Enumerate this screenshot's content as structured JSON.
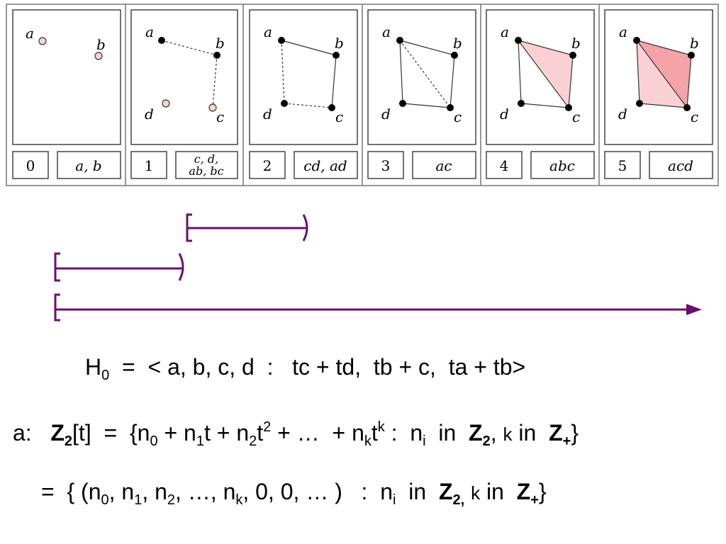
{
  "filtration": {
    "panels": [
      {
        "stage": "0",
        "simplices": "a, b"
      },
      {
        "stage": "1",
        "simplices_line1": "c, d,",
        "simplices_line2": "ab, bc"
      },
      {
        "stage": "2",
        "simplices": "cd, ad"
      },
      {
        "stage": "3",
        "simplices": "ac"
      },
      {
        "stage": "4",
        "simplices": "abc"
      },
      {
        "stage": "5",
        "simplices": "acd"
      }
    ],
    "vertex_labels": {
      "a": "a",
      "b": "b",
      "c": "c",
      "d": "d"
    },
    "colors": {
      "vertex_new": "#f9d3d3",
      "triangle_light": "#fbd0d4",
      "triangle_dark": "#f5a3a8",
      "barcode": "#6b0f6f"
    }
  },
  "barcode": {
    "bars": [
      {
        "start": 1,
        "end": 2,
        "start_bracket": "[",
        "end_bracket": ")"
      },
      {
        "start": 0,
        "end": 1,
        "start_bracket": "[",
        "end_bracket": ")"
      },
      {
        "start": 0,
        "end": null,
        "start_bracket": "[",
        "arrow": true
      }
    ]
  },
  "formulas": {
    "h0": {
      "lhs": "H",
      "lhs_sub": "0",
      "rhs": "=  < a, b, c, d  :   tc + td,  tb + c,  ta + tb>"
    },
    "z2t": {
      "prefix": "a:",
      "ring": "Z",
      "ring_sub": "2",
      "ring_var": "[t]",
      "eq": "=  {n",
      "t0_sub": "0",
      "p1": " + n",
      "t1_sub": "1",
      "p2": "t + n",
      "t2_sub": "2",
      "p3": "t",
      "t2_sup": "2",
      "p4": " + …  + n",
      "tk_sub": "k",
      "p5": "t",
      "tk_sup": "k",
      "p6": " :  n",
      "ni_sub": "i",
      "in1": "  in  ",
      "z_b1": "Z",
      "z_b1_sub": "2",
      "comma": ", ",
      "k": "k",
      "in2": " in  ",
      "z_b2": "Z",
      "z_b2_sub": "+",
      "close": "}"
    },
    "seq": {
      "eq": "=  { (n",
      "s0": "0",
      "c1": ", n",
      "s1": "1",
      "c2": ", n",
      "s2": "2",
      "c3": ", …, n",
      "sk": "k",
      "c4": ", 0, 0, … )   :  n",
      "si": "i",
      "in1": "  in  ",
      "z_b1": "Z",
      "z_b1_sub": "2,",
      "sp": " ",
      "k": "k",
      "in2": " in  ",
      "z_b2": "Z",
      "z_b2_sub": "+",
      "close": "}"
    }
  }
}
